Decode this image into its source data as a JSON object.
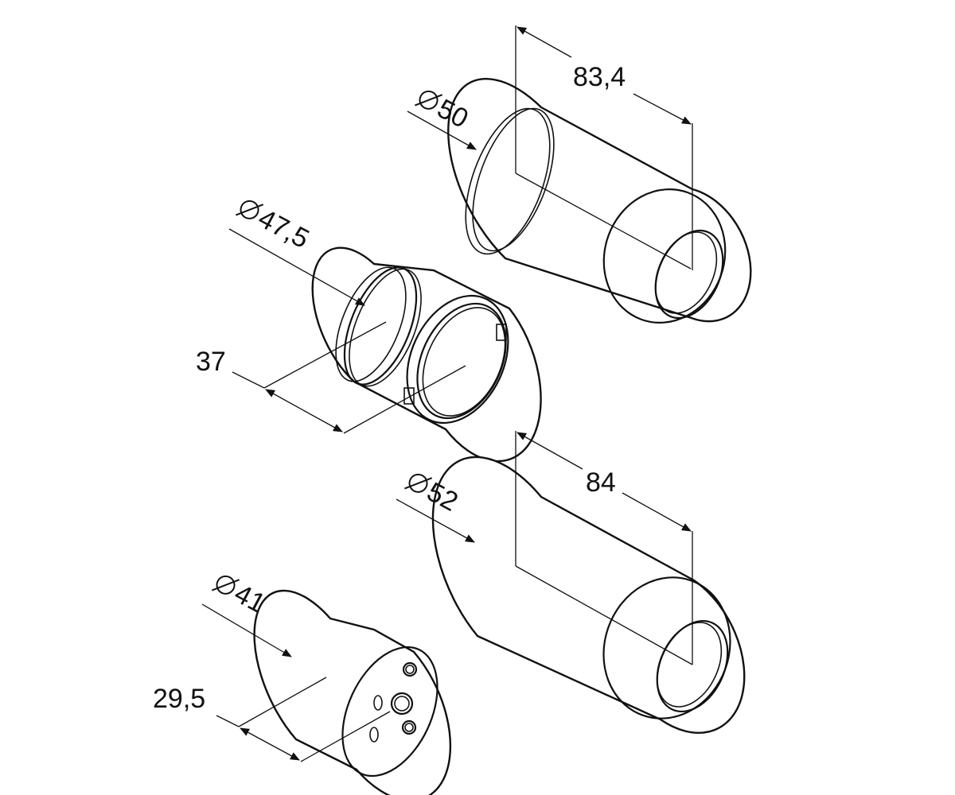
{
  "parts": [
    {
      "id": "sleeve-large-top",
      "length_label": "83,4",
      "diameter_symbol": "⌀",
      "diameter_label": "50"
    },
    {
      "id": "insert-ring",
      "length_label": "37",
      "diameter_symbol": "⌀",
      "diameter_label": "47,5"
    },
    {
      "id": "sleeve-large-bottom",
      "length_label": "84",
      "diameter_symbol": "⌀",
      "diameter_label": "52"
    },
    {
      "id": "end-plug",
      "length_label": "29,5",
      "diameter_symbol": "⌀",
      "diameter_label": "41"
    }
  ]
}
